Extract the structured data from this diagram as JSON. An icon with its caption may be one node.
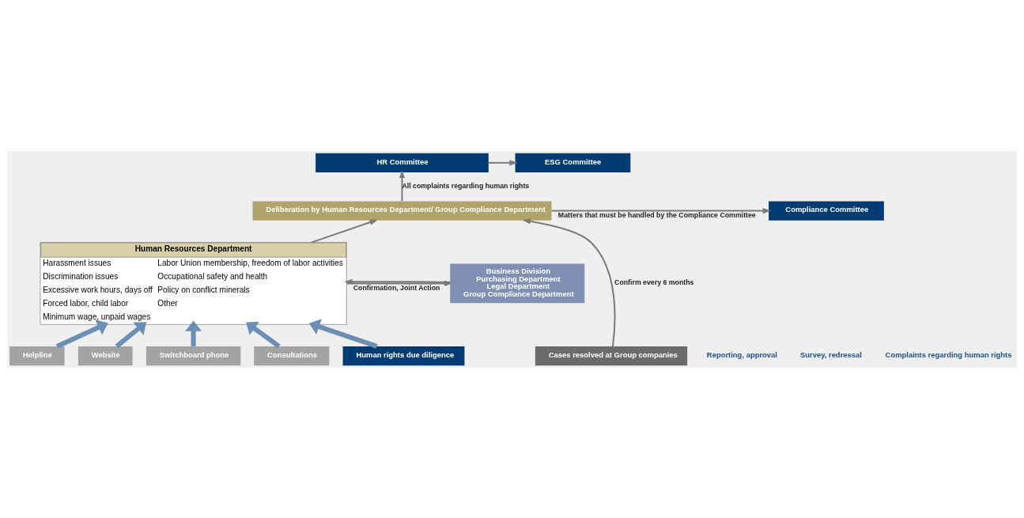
{
  "diagram": {
    "nodes": [
      {
        "text": [
          "ESG Committee"
        ]
      },
      {
        "text": [
          "HR Committee"
        ]
      },
      {
        "text": [
          "Compliance Committee"
        ]
      },
      {
        "text": [
          "Deliberation by Human Resources Department/ Group Compliance Department"
        ]
      },
      {
        "text": [
          "Business Division",
          "Purchasing Department",
          "Legal Department",
          "Group Compliance Department"
        ]
      },
      {
        "text": [
          "Human Resources Department",
          "Harassment issues",
          "Discrimination issues",
          "Excessive work hours, days off",
          "Forced labor, child labor",
          "Minimum wage, unpaid wages",
          "Labor Union membership, freedom of labor activities",
          "Occupational safety and health",
          "Policy on conflict minerals",
          "Other"
        ]
      },
      {
        "text": [
          "Helpline"
        ]
      },
      {
        "text": [
          "Website"
        ]
      },
      {
        "text": [
          "Switchboard phone"
        ]
      },
      {
        "text": [
          "Consultations"
        ]
      },
      {
        "text": [
          "Human rights due diligence"
        ]
      },
      {
        "text": [
          "Cases resolved at Group companies"
        ]
      }
    ],
    "edges": [
      {
        "from": 1,
        "to": 0,
        "arrow": "to"
      },
      {
        "from": 3,
        "to": 1,
        "arrow": "to",
        "label": "All complaints regarding human rights"
      },
      {
        "from": 3,
        "to": 2,
        "arrow": "to",
        "label": "Matters that must be handled by the Compliance Committee"
      },
      {
        "from": 5,
        "to": 3,
        "arrow": "to"
      },
      {
        "from": 11,
        "to": 3,
        "arrow": "to",
        "label": "Confirm every 6 months"
      },
      {
        "from": 5,
        "to": 4,
        "arrow": "to",
        "label": "Confirmation, Joint Action"
      },
      {
        "from": 4,
        "to": 5,
        "arrow": "to"
      },
      {
        "from": 6,
        "to": 5,
        "arrow": "to",
        "style": "thick",
        "color": "#6b8fb5"
      },
      {
        "from": 7,
        "to": 5,
        "arrow": "to",
        "style": "thick",
        "color": "#6b8fb5"
      },
      {
        "from": 8,
        "to": 5,
        "arrow": "to",
        "style": "thick",
        "color": "#6b8fb5"
      },
      {
        "from": 9,
        "to": 5,
        "arrow": "to",
        "style": "thick",
        "color": "#6b8fb5"
      },
      {
        "from": 10,
        "to": 5,
        "arrow": "to",
        "style": "thick",
        "color": "#6b8fb5"
      }
    ],
    "labels": [
      "Reporting, approval",
      "Survey, redressal",
      "Complaints regarding human rights"
    ]
  }
}
